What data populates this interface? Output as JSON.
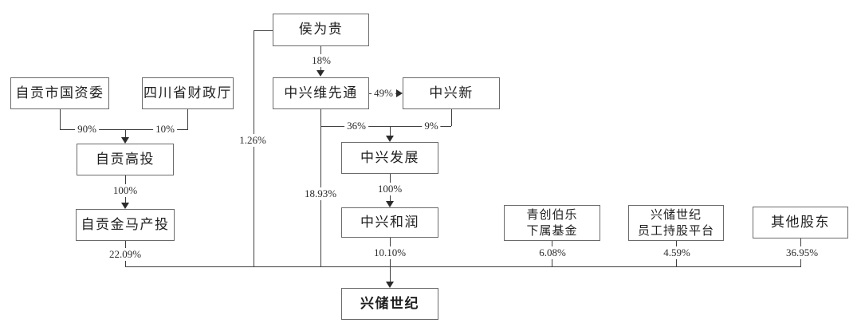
{
  "diagram": {
    "type": "shareholding-structure",
    "nodes": {
      "hou_weigui": {
        "label": "侯为贵"
      },
      "zigong_sasac": {
        "label": "自贡市国资委"
      },
      "sichuan_finance": {
        "label": "四川省财政厅"
      },
      "zhongxing_weixiantong": {
        "label": "中兴维先通"
      },
      "zhongxing_xin": {
        "label": "中兴新"
      },
      "zigong_gaotou": {
        "label": "自贡高投"
      },
      "zhongxing_fazhan": {
        "label": "中兴发展"
      },
      "zigong_jinma": {
        "label": "自贡金马产投"
      },
      "zhongxing_herun": {
        "label": "中兴和润"
      },
      "qingchuang_bole": {
        "label_line1": "青创伯乐",
        "label_line2": "下属基金"
      },
      "employee_platform": {
        "label_line1": "兴储世纪",
        "label_line2": "员工持股平台"
      },
      "other_shareholders": {
        "label": "其他股东"
      },
      "xingchu_shiji": {
        "label": "兴储世纪"
      }
    },
    "edges": {
      "pct_hou_to_weixiantong": "18%",
      "pct_weixiantong_to_xin": "49%",
      "pct_sasac_to_gaotou": "90%",
      "pct_finance_to_gaotou": "10%",
      "pct_gaotou_to_jinma": "100%",
      "pct_weixiantong_to_fazhan": "36%",
      "pct_xin_to_fazhan": "9%",
      "pct_fazhan_to_herun": "100%",
      "pct_hou_to_xingchu": "1.26%",
      "pct_weixiantong_to_xingchu": "18.93%",
      "pct_jinma_to_xingchu": "22.09%",
      "pct_herun_to_xingchu": "10.10%",
      "pct_bole_to_xingchu": "6.08%",
      "pct_platform_to_xingchu": "4.59%",
      "pct_others_to_xingchu": "36.95%"
    },
    "colors": {
      "background": "#ffffff",
      "line": "#3f3f3f",
      "box_border": "#6b6b6b",
      "text": "#1f1f1f"
    }
  }
}
